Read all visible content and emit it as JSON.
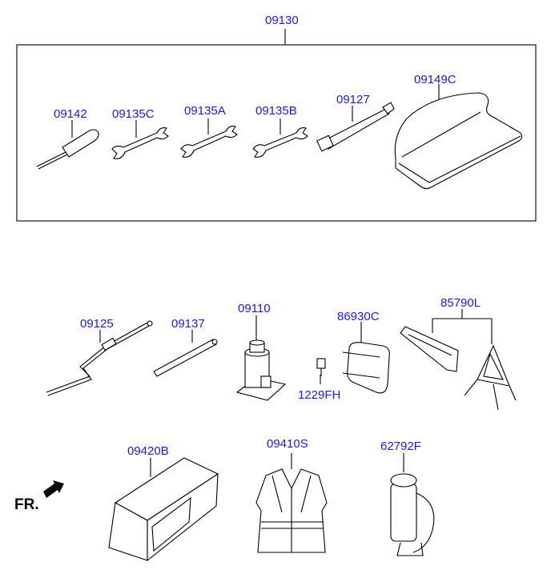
{
  "parts": {
    "group_kit": "09130",
    "screwdriver": "09142",
    "wrench_c": "09135C",
    "wrench_a": "09135A",
    "wrench_b": "09135B",
    "socket_bar": "09127",
    "tool_case": "09149C",
    "jack_handle": "09125",
    "extension_bar": "09137",
    "jack": "09110",
    "jack_bracket": "86930C",
    "bolt": "1229FH",
    "warning_triangle": "85790L",
    "first_aid_box": "09420B",
    "safety_vest": "09410S",
    "bottle_holder": "62792F"
  },
  "front_marker": "FR."
}
